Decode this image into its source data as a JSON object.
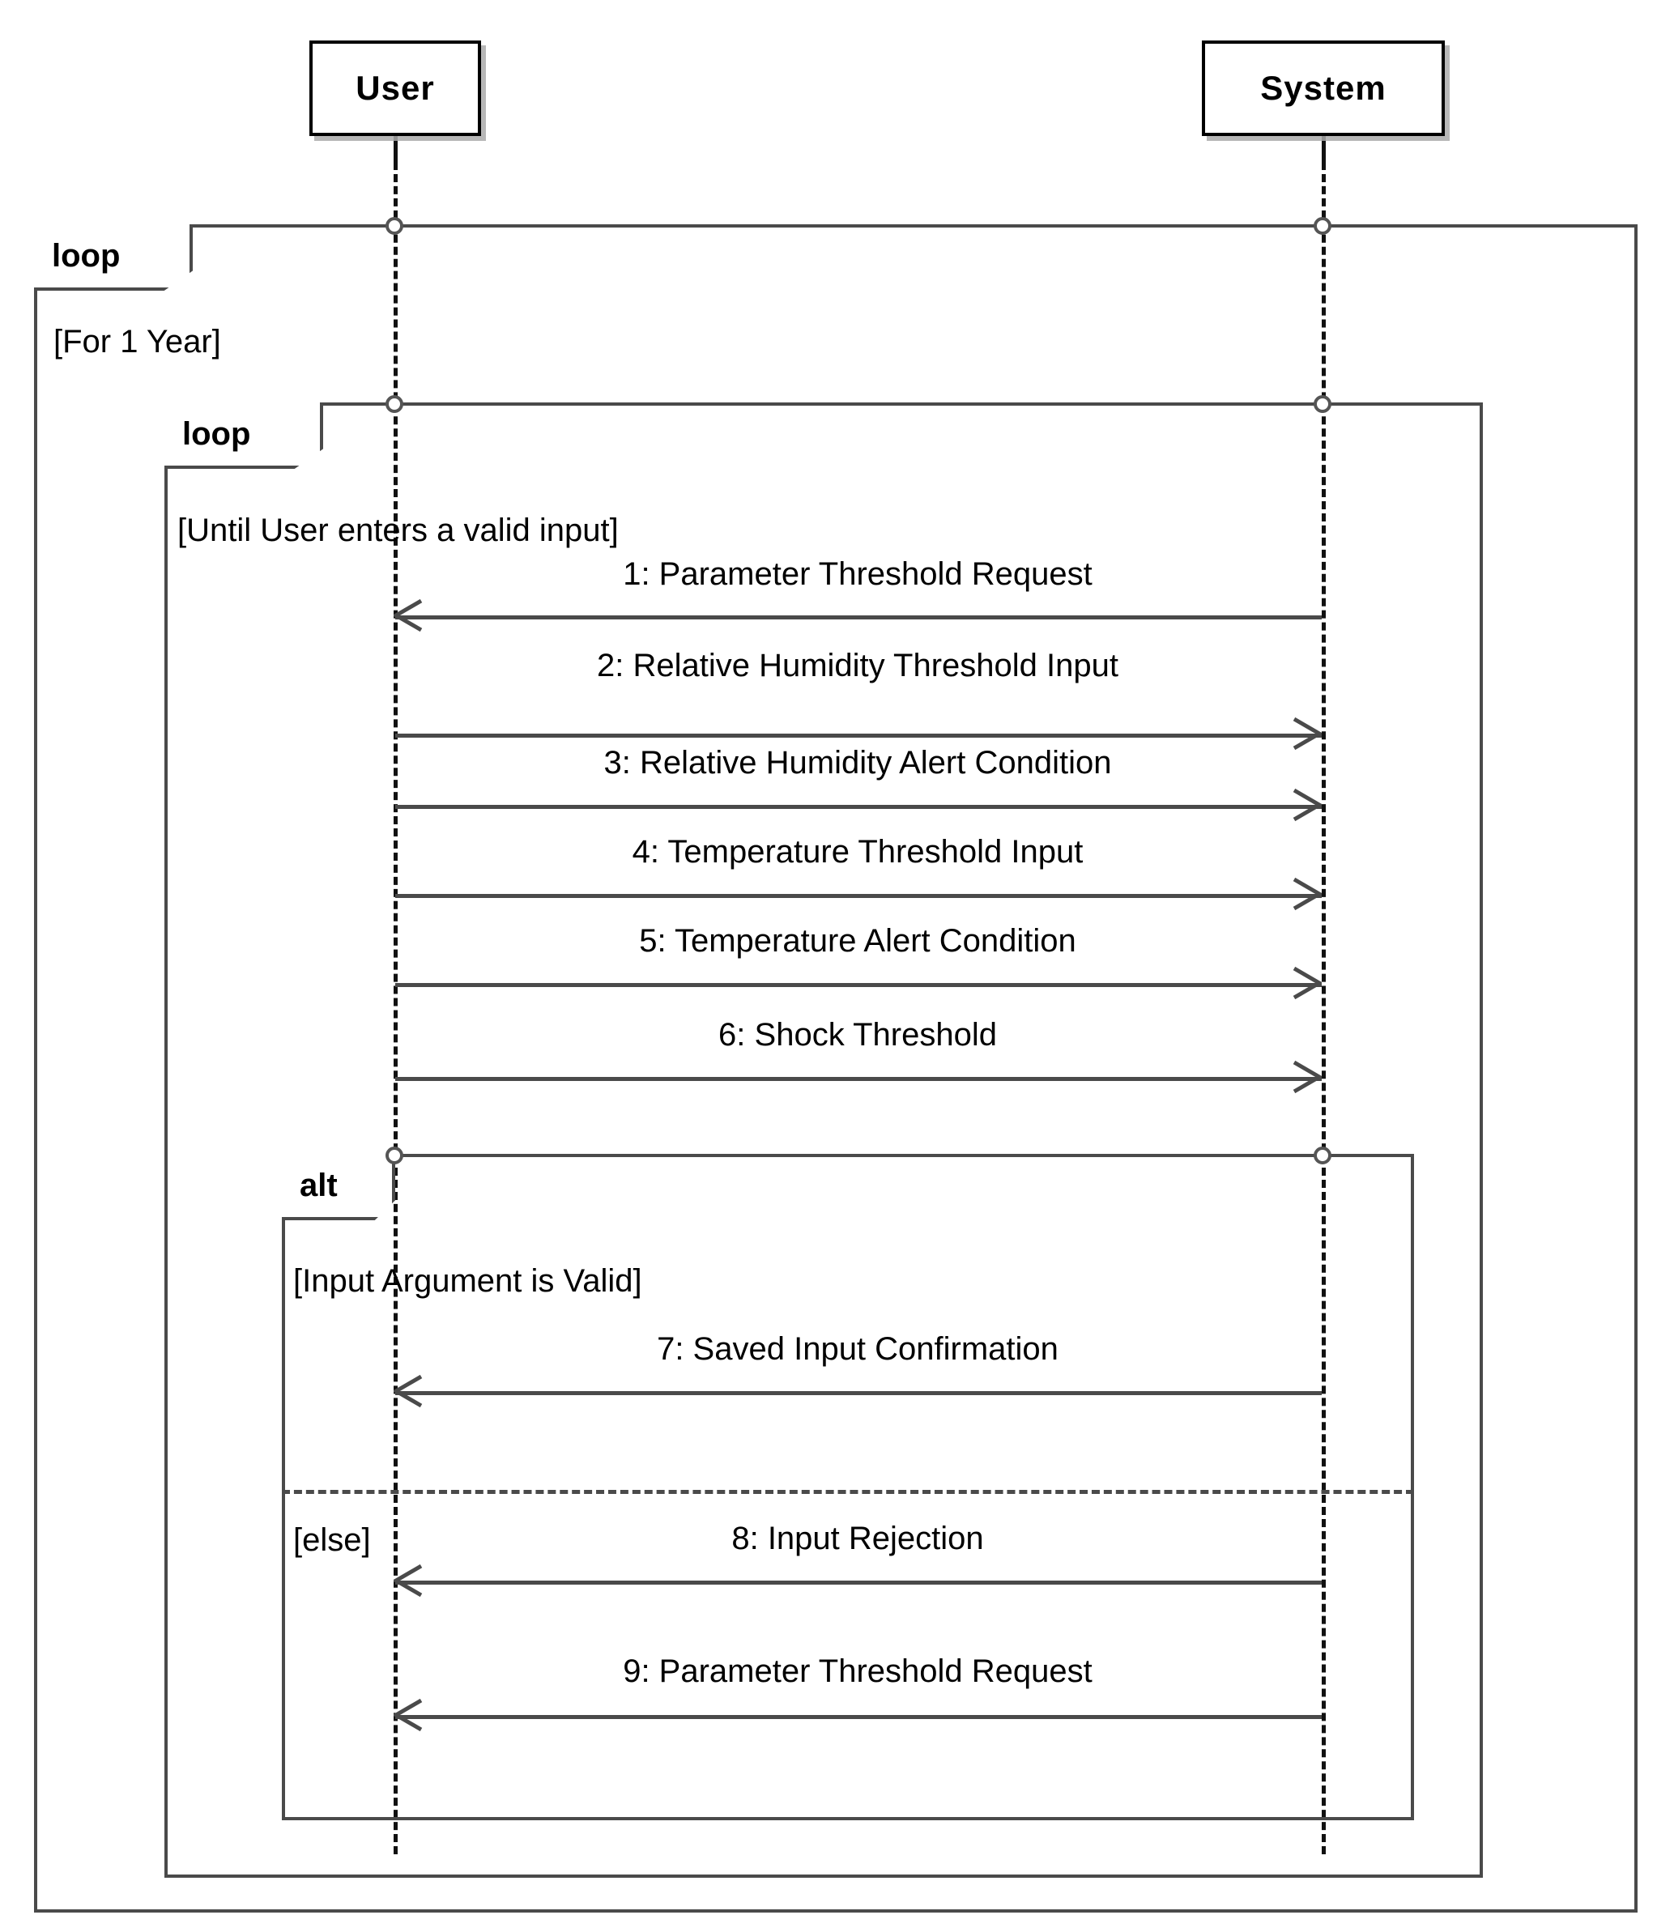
{
  "diagram": {
    "type": "uml-sequence-diagram",
    "title": "",
    "participants": [
      {
        "id": "user",
        "name": "User"
      },
      {
        "id": "system",
        "name": "System"
      }
    ],
    "fragments": [
      {
        "id": "outer-loop",
        "operator": "loop",
        "guard": "[For 1 Year]"
      },
      {
        "id": "inner-loop",
        "operator": "loop",
        "guard": "[Until User enters a valid input]"
      },
      {
        "id": "alt",
        "operator": "alt",
        "guard": "[Input Argument is Valid]",
        "else_guard": "[else]"
      }
    ],
    "messages": [
      {
        "seq": "1",
        "label": "1: Parameter Threshold Request",
        "from": "system",
        "to": "user",
        "direction": "rtl"
      },
      {
        "seq": "2",
        "label": "2: Relative Humidity Threshold Input",
        "from": "user",
        "to": "system",
        "direction": "ltr"
      },
      {
        "seq": "3",
        "label": "3: Relative Humidity Alert Condition",
        "from": "user",
        "to": "system",
        "direction": "ltr"
      },
      {
        "seq": "4",
        "label": "4: Temperature Threshold Input",
        "from": "user",
        "to": "system",
        "direction": "ltr"
      },
      {
        "seq": "5",
        "label": "5: Temperature Alert Condition",
        "from": "user",
        "to": "system",
        "direction": "ltr"
      },
      {
        "seq": "6",
        "label": "6: Shock Threshold",
        "from": "user",
        "to": "system",
        "direction": "ltr"
      },
      {
        "seq": "7",
        "label": "7: Saved Input Confirmation",
        "from": "system",
        "to": "user",
        "direction": "rtl"
      },
      {
        "seq": "8",
        "label": "8: Input Rejection",
        "from": "system",
        "to": "user",
        "direction": "rtl"
      },
      {
        "seq": "9",
        "label": "9: Parameter Threshold Request",
        "from": "system",
        "to": "user",
        "direction": "rtl"
      }
    ],
    "colors": {
      "background": "#ffffff",
      "participant_border": "#000000",
      "participant_shadow": "#aaaaaa",
      "fragment_border": "#4a4a4a",
      "message_line": "#4a4a4a",
      "lifeline": "#111111",
      "text": "#000000"
    }
  }
}
